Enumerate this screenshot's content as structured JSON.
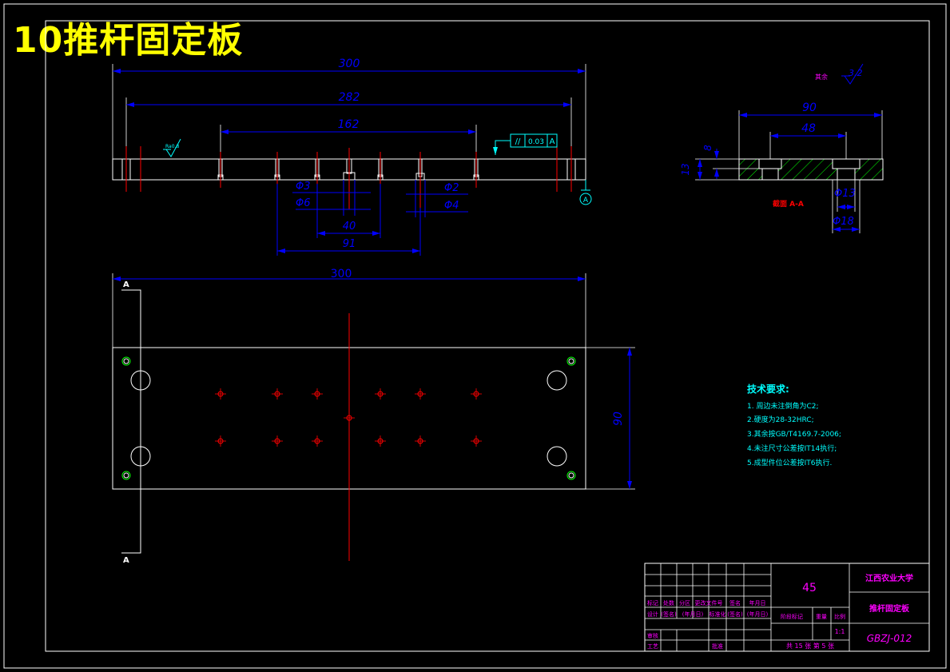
{
  "page_title": "10推杆固定板",
  "colors": {
    "background": "#000000",
    "outline": "#ffffff",
    "dimension": "#0000ff",
    "centerline": "#ff0000",
    "annotation": "#00ffff",
    "title_text": "#ffff00",
    "hatch": "#00ff00",
    "table_text": "#ff00ff"
  },
  "front_view": {
    "dims": {
      "overall_length": "300",
      "hole_span_outer": "282",
      "hole_span_inner": "162",
      "d3": "Φ3",
      "d6": "Φ6",
      "spacing_40": "40",
      "spacing_91": "91",
      "d2": "Φ2",
      "d4": "Φ4"
    },
    "tolerance_frame": {
      "symbol": "//",
      "value": "0.03",
      "datum": "A"
    },
    "roughness_label": "Ra0.8"
  },
  "section_view": {
    "roughness_other": "其余",
    "roughness_value": "3.2",
    "dims": {
      "width": "90",
      "inner": "48",
      "depth": "8",
      "thickness": "13",
      "d13": "Φ13",
      "d18": "Φ18"
    },
    "label": "截面 A-A"
  },
  "plan_view": {
    "dims": {
      "length": "300",
      "width": "90"
    },
    "section_mark_top": "A",
    "section_mark_bottom": "A"
  },
  "tech_requirements": {
    "title": "技术要求:",
    "items": [
      "1. 周边未注倒角为C2;",
      "2.硬度为28-32HRC;",
      "3.其余按GB/T4169.7-2006;",
      "4.未注尺寸公差按IT14执行;",
      "5.成型件位公差按IT6执行."
    ]
  },
  "title_block": {
    "material": "45",
    "university": "江西农业大学",
    "part_name": "推杆固定板",
    "drawing_no": "GBZJ-012",
    "scale": "1:1",
    "sheets": "共 15 张 第 5 张",
    "row_headers": [
      "标记",
      "处数",
      "分区",
      "更改文件号",
      "签名",
      "年月日"
    ],
    "design_row": [
      "设计",
      "(签名)",
      "(年月日)",
      "标准化",
      "(签名)",
      "(年月日)"
    ],
    "stage_label": "阶段标记",
    "weight_label": "重量",
    "scale_label": "比例",
    "review_label": "审核",
    "process_label": "工艺",
    "approve_label": "批准"
  }
}
